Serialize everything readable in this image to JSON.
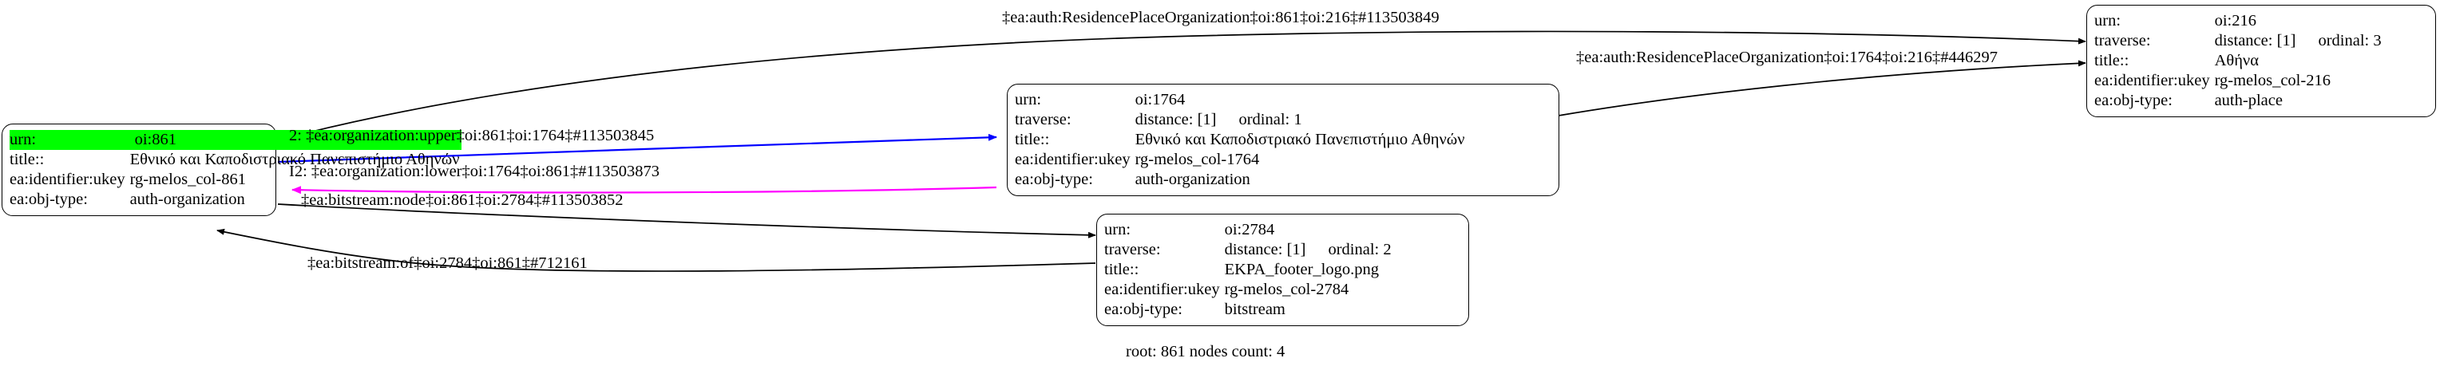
{
  "graph": {
    "caption": "root: 861 nodes count: 4",
    "colors": {
      "highlight": "#00ff00",
      "edge_default": "#000000",
      "edge_upper": "#0000ff",
      "edge_lower": "#ff00ff",
      "node_border": "#000000",
      "background": "#ffffff"
    },
    "field_labels": {
      "urn": "urn:",
      "traverse": "traverse:",
      "title": "title::",
      "ukey": "ea:identifier:ukey",
      "objtype": "ea:obj-type:"
    },
    "nodes": [
      {
        "id": "oi-861",
        "urn": "oi:861",
        "traverse": null,
        "traverse_distance": null,
        "traverse_ordinal": null,
        "title": "Εθνικό και Καποδιστριακό Πανεπιστήμιο Αθηνών",
        "ukey": "rg-melos_col-861",
        "objtype": "auth-organization",
        "highlight": true
      },
      {
        "id": "oi-1764",
        "urn": "oi:1764",
        "traverse": "distance: [1]    ordinal: 1",
        "traverse_distance": "distance: [1]",
        "traverse_ordinal": "ordinal: 1",
        "title": "Εθνικό και Καποδιστριακό Πανεπιστήμιο Αθηνών",
        "ukey": "rg-melos_col-1764",
        "objtype": "auth-organization",
        "highlight": false
      },
      {
        "id": "oi-216",
        "urn": "oi:216",
        "traverse": "distance: [1]    ordinal: 3",
        "traverse_distance": "distance: [1]",
        "traverse_ordinal": "ordinal: 3",
        "title": "Αθήνα",
        "ukey": "rg-melos_col-216",
        "objtype": "auth-place",
        "highlight": false
      },
      {
        "id": "oi-2784",
        "urn": "oi:2784",
        "traverse": "distance: [1]    ordinal: 2",
        "traverse_distance": "distance: [1]",
        "traverse_ordinal": "ordinal: 2",
        "title": "EKPA_footer_logo.png",
        "ukey": "rg-melos_col-2784",
        "objtype": "bitstream",
        "highlight": false
      }
    ],
    "edges": [
      {
        "id": "edge-residence-861-216",
        "label": "‡ea:auth:ResidencePlaceOrganization‡oi:861‡oi:216‡#113503849",
        "from": "oi-861",
        "to": "oi-216",
        "color": "#000000"
      },
      {
        "id": "edge-residence-1764-216",
        "label": "‡ea:auth:ResidencePlaceOrganization‡oi:1764‡oi:216‡#446297",
        "from": "oi-1764",
        "to": "oi-216",
        "color": "#000000"
      },
      {
        "id": "edge-organization-upper",
        "label": "2: ‡ea:organization:upper‡oi:861‡oi:1764‡#113503845",
        "from": "oi-861",
        "to": "oi-1764",
        "color": "#0000ff"
      },
      {
        "id": "edge-organization-lower",
        "label": "I2: ‡ea:organization:lower‡oi:1764‡oi:861‡#113503873",
        "from": "oi-1764",
        "to": "oi-861",
        "color": "#ff00ff"
      },
      {
        "id": "edge-bitstream-node",
        "label": "‡ea:bitstream:node‡oi:861‡oi:2784‡#113503852",
        "from": "oi-861",
        "to": "oi-2784",
        "color": "#000000"
      },
      {
        "id": "edge-bitstream-of",
        "label": "‡ea:bitstream:of‡oi:2784‡oi:861‡#712161",
        "from": "oi-2784",
        "to": "oi-861",
        "color": "#000000"
      }
    ]
  }
}
